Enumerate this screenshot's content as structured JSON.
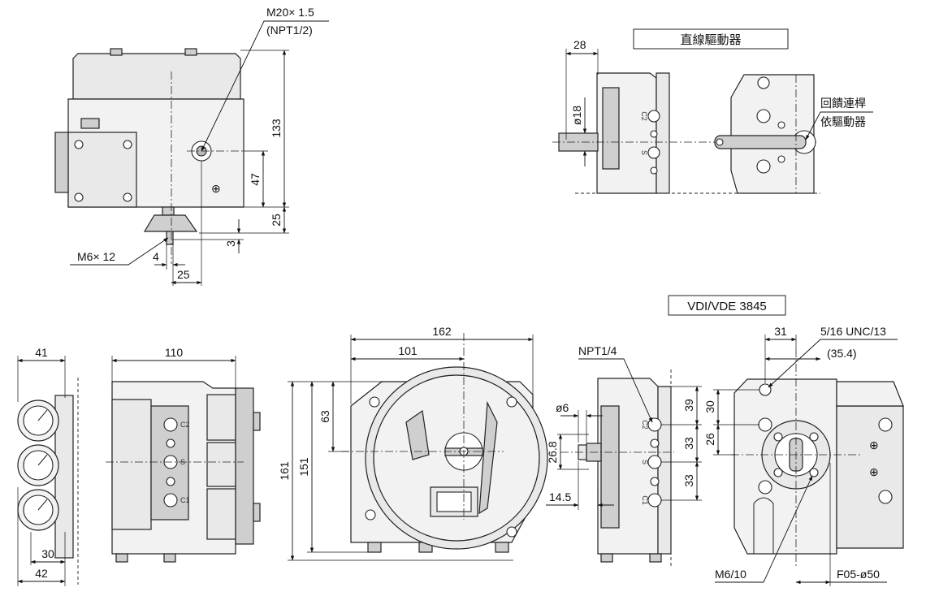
{
  "labels": {
    "top_view": {
      "conduit_thread": "M20× 1.5",
      "conduit_npt": "(NPT1/2)",
      "height_133": "133",
      "height_47": "47",
      "height_25": "25",
      "height_3": "3",
      "shaft_thread": "M6× 12",
      "dim_4": "4",
      "dim_25": "25"
    },
    "linear": {
      "title": "直線驅動器",
      "dim_28": "28",
      "dia_18": "ø18",
      "feedback_line1": "回饋連桿",
      "feedback_line2": "依驅動器"
    },
    "vdi": {
      "title": "VDI/VDE 3845",
      "dim_31": "31",
      "unc": "5/16 UNC/13",
      "dim_354": "(35.4)",
      "dim_30": "30",
      "dim_26": "26",
      "m6_10": "M6/10",
      "f05": "F05-ø50"
    },
    "gauges": {
      "dim_41": "41",
      "dim_30": "30",
      "dim_42": "42"
    },
    "side": {
      "dim_110": "110"
    },
    "front": {
      "dim_162": "162",
      "dim_101": "101",
      "dim_63": "63",
      "dim_161": "161",
      "dim_151": "151"
    },
    "ports": {
      "npt": "NPT1/4",
      "dia_6": "ø6",
      "dim_268": "26.8",
      "dim_145": "14.5",
      "dim_39": "39",
      "dim_33a": "33",
      "dim_33b": "33"
    },
    "port_marks": {
      "c2": "C2",
      "s": "S",
      "c1": "C1"
    }
  }
}
